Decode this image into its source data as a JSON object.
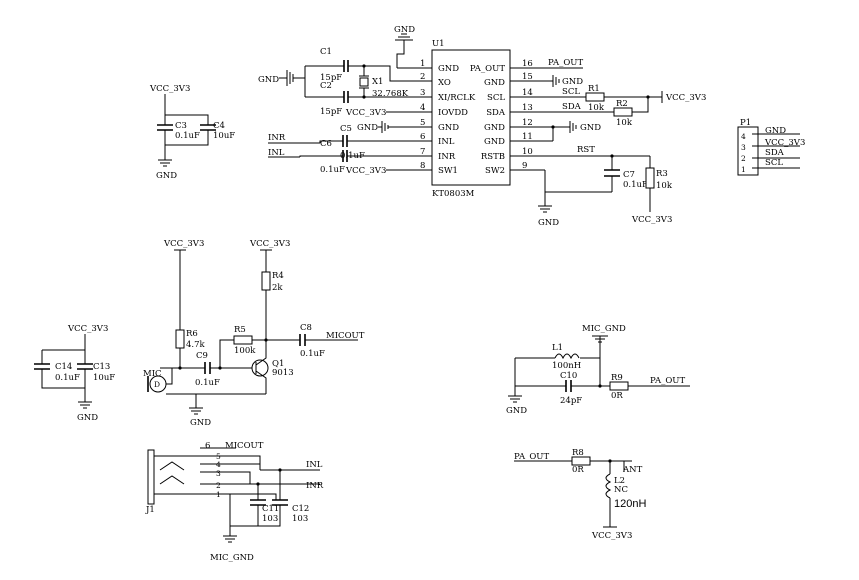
{
  "u1": {
    "ref": "U1",
    "part": "KT0803M",
    "left_pins": [
      {
        "num": "1",
        "name": "GND"
      },
      {
        "num": "2",
        "name": "XO"
      },
      {
        "num": "3",
        "name": "XI/RCLK"
      },
      {
        "num": "4",
        "name": "IOVDD"
      },
      {
        "num": "5",
        "name": "GND"
      },
      {
        "num": "6",
        "name": "INL"
      },
      {
        "num": "7",
        "name": "INR"
      },
      {
        "num": "8",
        "name": "SW1"
      }
    ],
    "right_pins": [
      {
        "num": "16",
        "name": "PA_OUT"
      },
      {
        "num": "15",
        "name": "GND"
      },
      {
        "num": "14",
        "name": "SCL"
      },
      {
        "num": "13",
        "name": "SDA"
      },
      {
        "num": "12",
        "name": "GND"
      },
      {
        "num": "11",
        "name": "GND"
      },
      {
        "num": "10",
        "name": "RSTB"
      },
      {
        "num": "9",
        "name": "SW2"
      }
    ]
  },
  "p1": {
    "ref": "P1",
    "pins": [
      {
        "num": "4",
        "signal": "GND"
      },
      {
        "num": "3",
        "signal": "VCC_3V3"
      },
      {
        "num": "2",
        "signal": "SDA"
      },
      {
        "num": "1",
        "signal": "SCL"
      }
    ]
  },
  "nets": {
    "gnd": "GND",
    "vcc": "VCC_3V3",
    "inr": "INR",
    "inl": "INL",
    "micout": "MICOUT",
    "pa_out": "PA_OUT",
    "scl": "SCL",
    "sda": "SDA",
    "rst": "RST",
    "mic_gnd": "MIC_GND",
    "ant": "ANT"
  },
  "components": {
    "c1": {
      "ref": "C1",
      "value": "15pF"
    },
    "c2": {
      "ref": "C2",
      "value": "15pF"
    },
    "x1": {
      "ref": "X1",
      "value": "32.768K"
    },
    "c3": {
      "ref": "C3",
      "value": "0.1uF"
    },
    "c4": {
      "ref": "C4",
      "value": "10uF"
    },
    "c5": {
      "ref": "C5",
      "value": "0.1uF"
    },
    "c6": {
      "ref": "C6",
      "value": "0.1uF"
    },
    "r1": {
      "ref": "R1",
      "value": "10k"
    },
    "r2": {
      "ref": "R2",
      "value": "10k"
    },
    "r3": {
      "ref": "R3",
      "value": "10k"
    },
    "c7": {
      "ref": "C7",
      "value": "0.1uF"
    },
    "r4": {
      "ref": "R4",
      "value": "2k"
    },
    "r5": {
      "ref": "R5",
      "value": "100k"
    },
    "r6": {
      "ref": "R6",
      "value": "4.7k"
    },
    "c8": {
      "ref": "C8",
      "value": "0.1uF"
    },
    "c9": {
      "ref": "C9",
      "value": "0.1uF"
    },
    "q1": {
      "ref": "Q1",
      "value": "9013"
    },
    "mic": {
      "ref": "MIC",
      "pin": "D"
    },
    "c13": {
      "ref": "C13",
      "value": "10uF"
    },
    "c14": {
      "ref": "C14",
      "value": "0.1uF"
    },
    "l1": {
      "ref": "L1",
      "value": "100nH"
    },
    "c10": {
      "ref": "C10",
      "value": "24pF"
    },
    "r9": {
      "ref": "R9",
      "value": "0R"
    },
    "r8": {
      "ref": "R8",
      "value": "0R"
    },
    "l2": {
      "ref": "L2",
      "value": "NC",
      "note": "120nH"
    },
    "j1": {
      "ref": "J1",
      "pins": [
        "6",
        "5",
        "4",
        "3",
        "2",
        "1"
      ]
    },
    "c11": {
      "ref": "C11",
      "value": "103"
    },
    "c12": {
      "ref": "C12",
      "value": "103"
    }
  }
}
